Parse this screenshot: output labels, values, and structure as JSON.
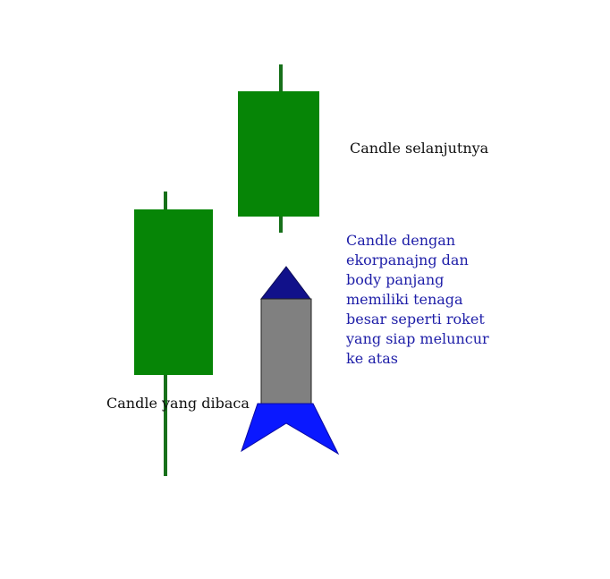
{
  "labels": {
    "next_candle": "Candle selanjutnya",
    "read_candle": "Candle yang dibaca",
    "description": [
      "Candle dengan",
      "ekorpanajng dan",
      "body panjang",
      "memiliki tenaga",
      "besar seperti roket",
      "yang siap meluncur",
      "ke atas"
    ]
  },
  "colors": {
    "candle_body": "#068506",
    "candle_wick": "#17701a",
    "rocket_nose": "#11118a",
    "rocket_body": "#808080",
    "rocket_fins": "#0a18ff",
    "description_text": "#1e1ea8"
  },
  "icons": {
    "candles": "bullish-candlestick-icon",
    "rocket": "rocket-icon"
  }
}
